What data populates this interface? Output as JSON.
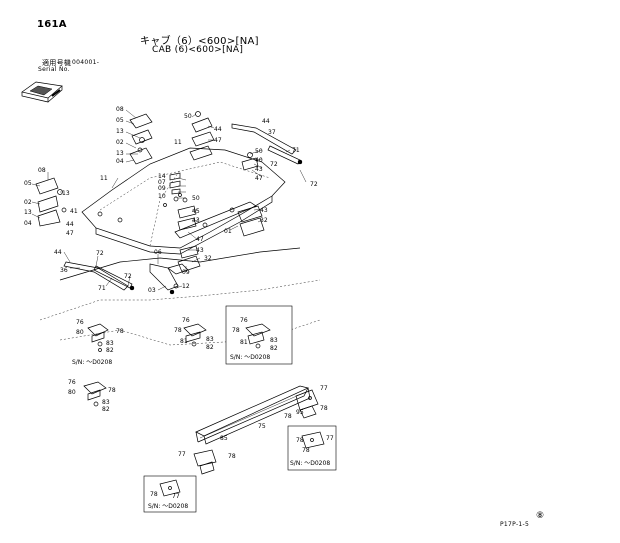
{
  "page": {
    "page_code": "161A",
    "title_jp": "キャブ（6）<600>[NA]",
    "title_en": "CAB (6)<600>[NA]",
    "serial_label_jp": "適用号機",
    "serial_value": "004001-",
    "serial_label_en": "Serial No.",
    "footer_code": "P17P-1-5"
  },
  "callouts": {
    "c01": "08",
    "c02": "05",
    "c03": "13",
    "c04": "02",
    "c05": "13",
    "c06": "04",
    "c07": "50",
    "c08": "44",
    "c09": "44",
    "c10": "37",
    "c11": "11",
    "c12": "47",
    "c13": "11",
    "c14": "50",
    "c15": "40",
    "c16": "43",
    "c17": "47",
    "c18": "71",
    "c19": "72",
    "c20": "72",
    "c21": "08",
    "c22": "05",
    "c23": "13",
    "c24": "02",
    "c25": "41",
    "c26": "13",
    "c27": "04",
    "c28": "44",
    "c29": "47",
    "c30": "14",
    "c31": "07",
    "c32": "09",
    "c33": "10",
    "c34": "50",
    "c35": "45",
    "c36": "43",
    "c37": "47",
    "c38": "43",
    "c39": "32",
    "c40": "01",
    "c41": "44",
    "c42": "72",
    "c43": "06",
    "c44": "43",
    "c45": "32",
    "c46": "09",
    "c47": "36",
    "c48": "72",
    "c49": "71",
    "c50": "03",
    "c51": "12",
    "c52": "76",
    "c53": "80",
    "c54": "78",
    "c55": "83",
    "c56": "82",
    "c57": "76",
    "c58": "78",
    "c59": "81",
    "c60": "83",
    "c61": "82",
    "c62": "76",
    "c63": "78",
    "c64": "81",
    "c65": "83",
    "c66": "82",
    "c67": "76",
    "c68": "80",
    "c69": "78",
    "c70": "83",
    "c71": "82",
    "c72": "77",
    "c73": "78",
    "c74": "95",
    "c75": "78",
    "c76": "75",
    "c77": "85",
    "c78": "77",
    "c79": "78",
    "c80": "77",
    "c81": "78",
    "c82": "78",
    "c83": "78",
    "c84": "77"
  },
  "sn_notes": {
    "n1": "S/N: ～D0208",
    "n2": "S/N: ～D0208",
    "n3": "S/N: ～D0208",
    "n4": "S/N: ～D0208"
  },
  "symbols": {
    "plate_mark": "⑧"
  }
}
